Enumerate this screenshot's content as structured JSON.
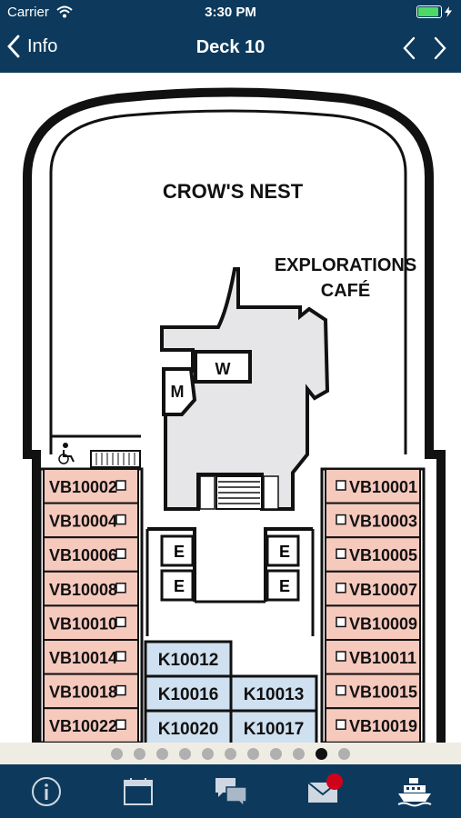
{
  "status": {
    "carrier": "Carrier",
    "time": "3:30 PM"
  },
  "nav": {
    "back_label": "Info",
    "title": "Deck 10"
  },
  "map": {
    "labels": {
      "crows_nest": "CROW'S NEST",
      "explorations_line1": "EXPLORATIONS",
      "explorations_line2": "CAFÉ",
      "w": "W",
      "m": "M",
      "e1": "E",
      "e2": "E",
      "e3": "E",
      "e4": "E"
    },
    "left_cabins": [
      "VB10002",
      "VB10004",
      "VB10006",
      "VB10008",
      "VB10010",
      "VB10014",
      "VB10018",
      "VB10022"
    ],
    "right_cabins": [
      "VB10001",
      "VB10003",
      "VB10005",
      "VB10007",
      "VB10009",
      "VB10011",
      "VB10015",
      "VB10019"
    ],
    "center_cabins": {
      "k10012": "K10012",
      "k10016": "K10016",
      "k10013": "K10013",
      "k10020": "K10020",
      "k10017": "K10017"
    },
    "colors": {
      "veranda": "#f6c9bd",
      "inside": "#cfe0f0",
      "public": "#e6e6e8",
      "walls": "#111111"
    }
  },
  "pager": {
    "total": 11,
    "active_index": 9
  },
  "tabs": [
    {
      "name": "tab-info",
      "icon": "info-icon"
    },
    {
      "name": "tab-calendar",
      "icon": "calendar-icon"
    },
    {
      "name": "tab-chat",
      "icon": "chat-bubbles-icon"
    },
    {
      "name": "tab-mail",
      "icon": "mail-icon",
      "badge": true
    },
    {
      "name": "tab-ship",
      "icon": "ship-icon",
      "selected": true
    }
  ]
}
